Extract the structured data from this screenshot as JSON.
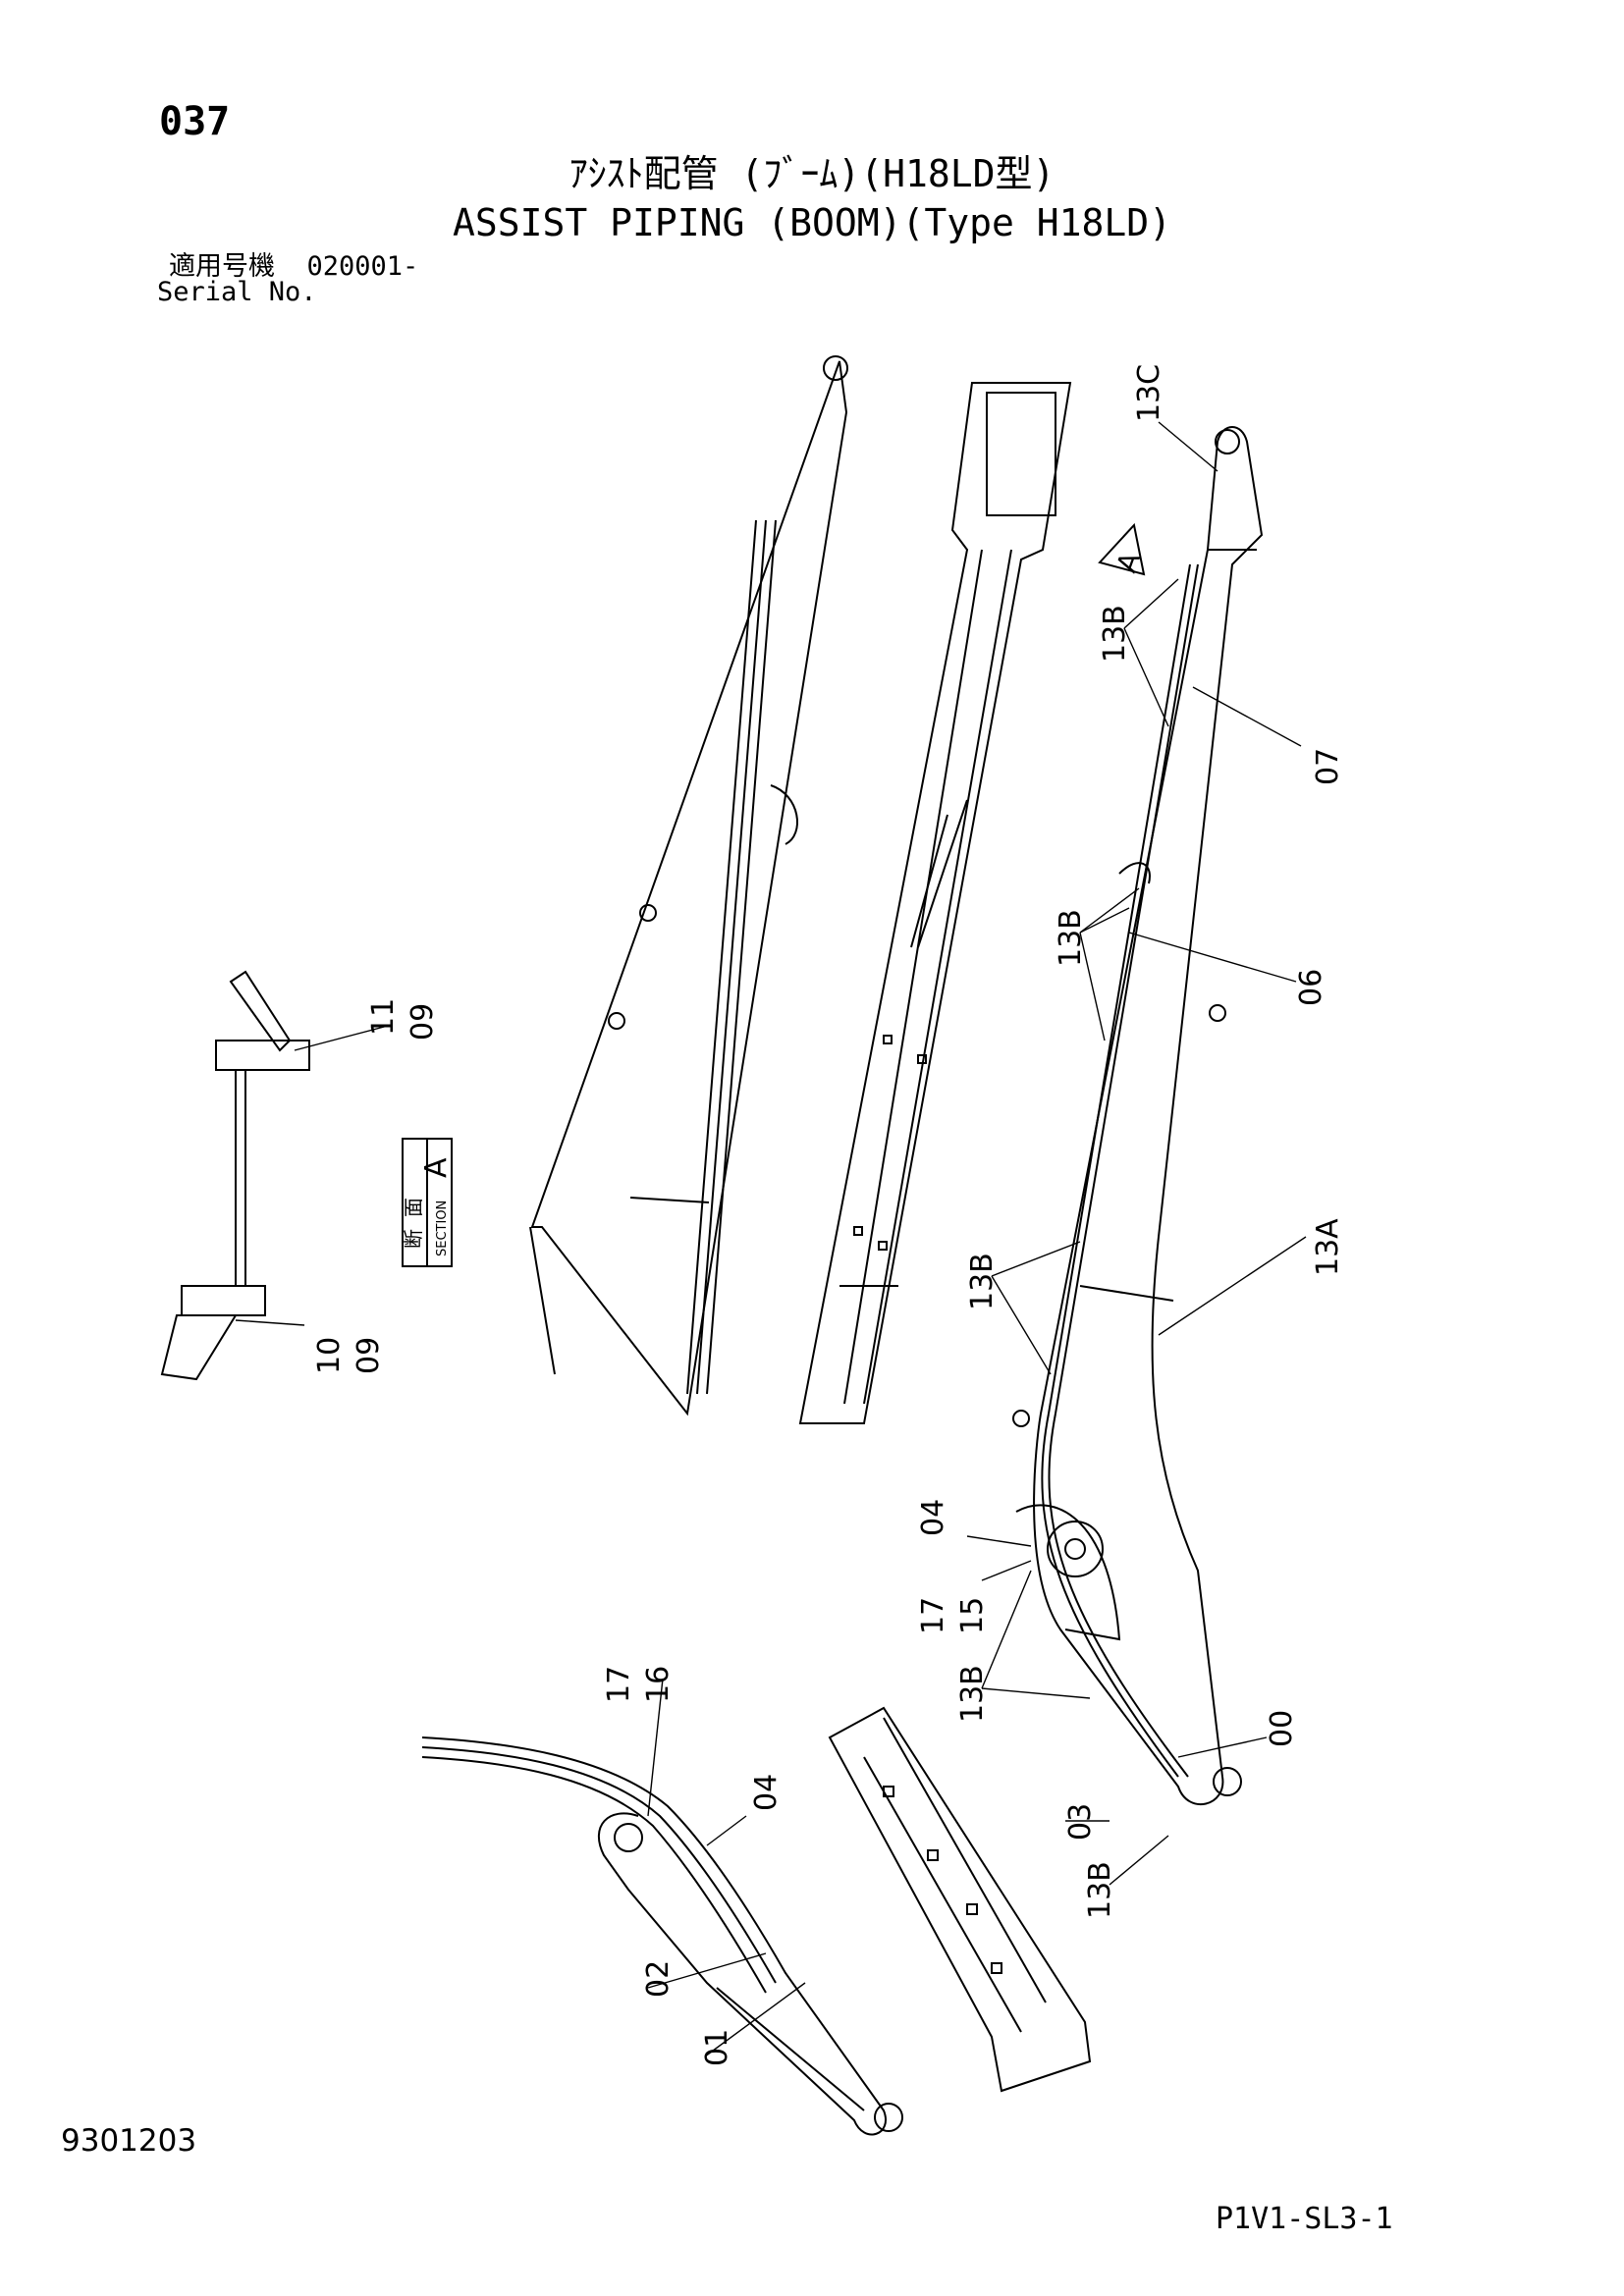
{
  "page_number": "037",
  "title_jp": "ｱｼｽﾄ配管 (ﾌﾞｰﾑ)(H18LD型)",
  "title_en": "ASSIST PIPING (BOOM)(Type H18LD)",
  "serial_label_jp": "適用号機",
  "serial_value": "020001-",
  "serial_label_en": "Serial No.",
  "footer_code_left": "9301203",
  "footer_code_right": "P1V1-SL3-1",
  "section_box": {
    "kanji_1": "断",
    "kanji_2": "面",
    "label": "SECTION",
    "letter": "A"
  },
  "view_arrow_letter": "A",
  "callouts": {
    "c13C": "13C",
    "c13B_top": "13B",
    "c07": "07",
    "c13B_mid": "13B",
    "c06": "06",
    "c11_09_a": "11",
    "c11_09_b": "09",
    "c10_09_a": "10",
    "c10_09_b": "09",
    "c13B_lower": "13B",
    "c13A": "13A",
    "c04_right": "04",
    "c17_15_a": "17",
    "c17_15_b": "15",
    "c13B_bend": "13B",
    "c00": "00",
    "c03": "03",
    "c13B_bottom": "13B",
    "c17_16_a": "17",
    "c17_16_b": "16",
    "c04_left": "04",
    "c02": "02",
    "c01": "01"
  }
}
